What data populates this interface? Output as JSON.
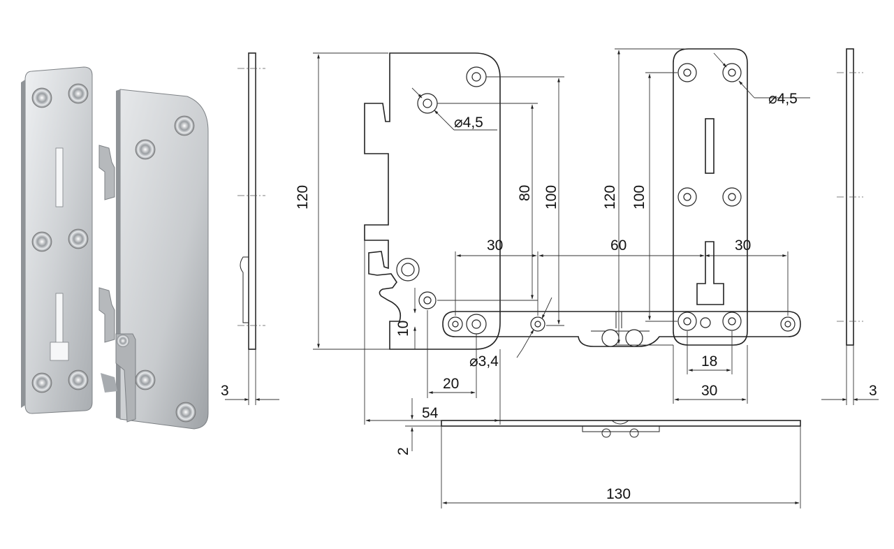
{
  "labels": {
    "d_left_height": "120",
    "d_left_80": "80",
    "d_left_100": "100",
    "d_left_hole": "⌀4,5",
    "d_left_10": "10",
    "d_left_20": "20",
    "d_small_hole": "⌀3,4",
    "d_left_54": "54",
    "d_thick_2": "2",
    "d_right_height": "120",
    "d_right_100": "100",
    "d_right_hole": "⌀4,5",
    "d_span_30a": "30",
    "d_span_60": "60",
    "d_span_30b": "30",
    "d_right_18": "18",
    "d_right_30": "30",
    "d_total_130": "130",
    "d_side_left_3": "3",
    "d_side_right_3": "3"
  },
  "colors": {
    "metal_light": "#e4e6e8",
    "metal_mid": "#c3c6c9",
    "metal_dark": "#8e9296",
    "line": "#222222"
  }
}
